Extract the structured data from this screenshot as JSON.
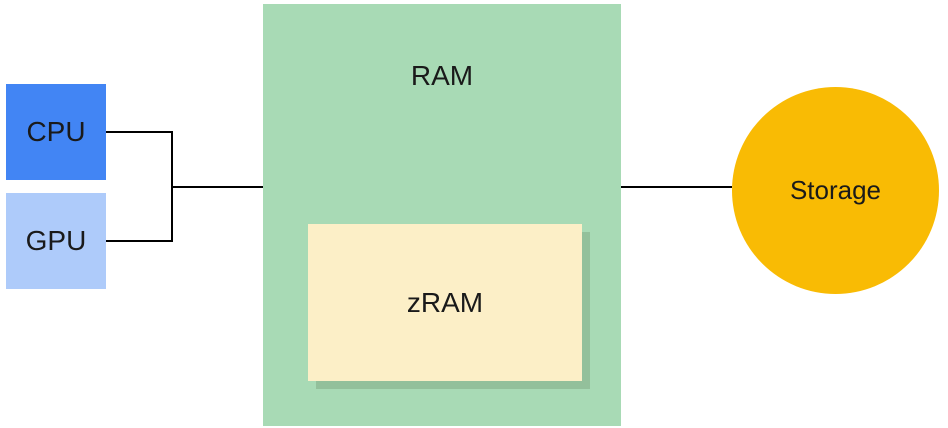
{
  "diagram": {
    "cpu_label": "CPU",
    "gpu_label": "GPU",
    "ram_label": "RAM",
    "zram_label": "zRAM",
    "storage_label": "Storage"
  },
  "colors": {
    "cpu": "#4285f4",
    "gpu": "#aecbfa",
    "ram": "#a8dab5",
    "zram": "#fcefc7",
    "storage": "#f9bb04",
    "wire": "#000000"
  }
}
